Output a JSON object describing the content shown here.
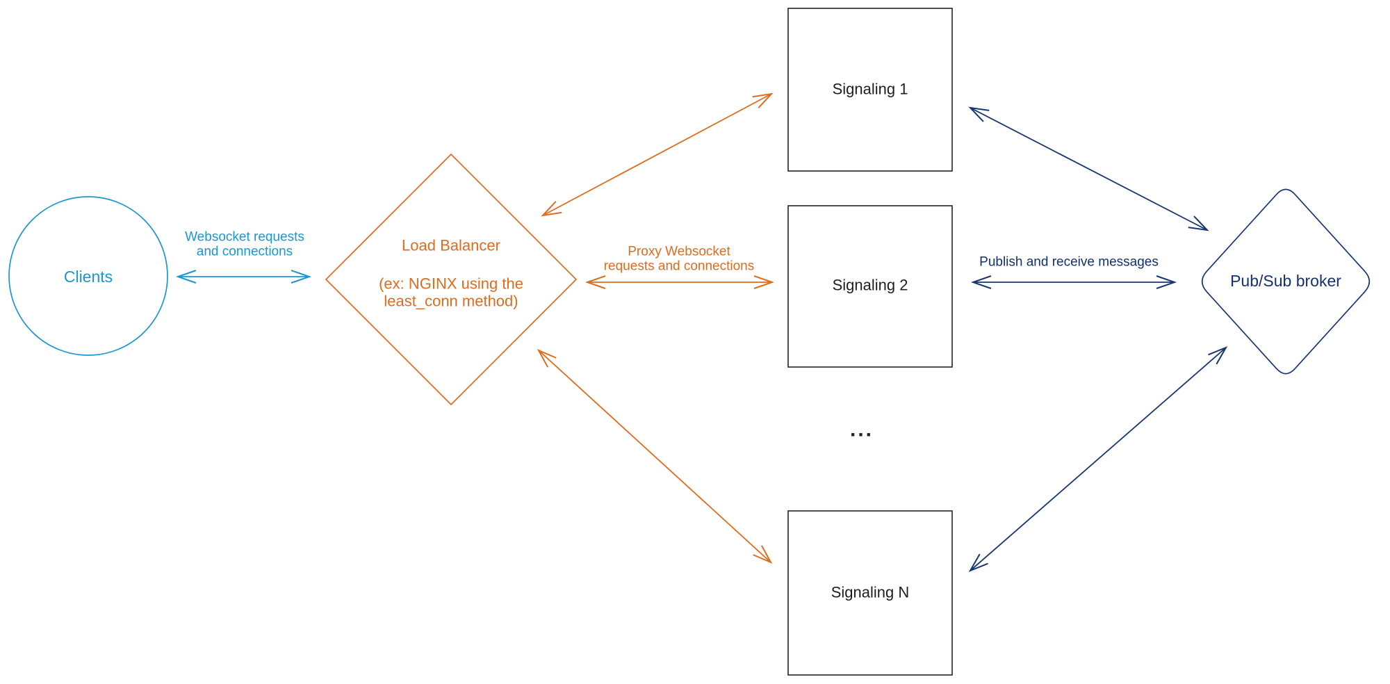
{
  "diagram": {
    "background": "#ffffff",
    "colors": {
      "clients_accent": "#1A96D4",
      "load_balancer_accent": "#DF6C1E",
      "signaling_accent": "#2E2E2E",
      "pubsub_accent": "#17356F"
    },
    "nodes": {
      "clients": {
        "label": "Clients"
      },
      "load_balancer": {
        "title": "Load Balancer",
        "subtitle_line1": "(ex: NGINX using the",
        "subtitle_line2": "least_conn method)"
      },
      "signaling_1": {
        "label": "Signaling 1"
      },
      "signaling_2": {
        "label": "Signaling 2"
      },
      "signaling_n": {
        "label": "Signaling N"
      },
      "pubsub_broker": {
        "label": "Pub/Sub broker"
      },
      "ellipsis": "..."
    },
    "edges": {
      "clients_to_load_balancer": {
        "label_line1": "Websocket requests",
        "label_line2": "and connections",
        "direction": "bidirectional"
      },
      "load_balancer_to_signaling": {
        "label_line1": "Proxy Websocket",
        "label_line2": "requests and connections",
        "direction": "bidirectional"
      },
      "signaling_to_pubsub": {
        "label": "Publish and receive messages",
        "direction": "bidirectional"
      }
    }
  }
}
